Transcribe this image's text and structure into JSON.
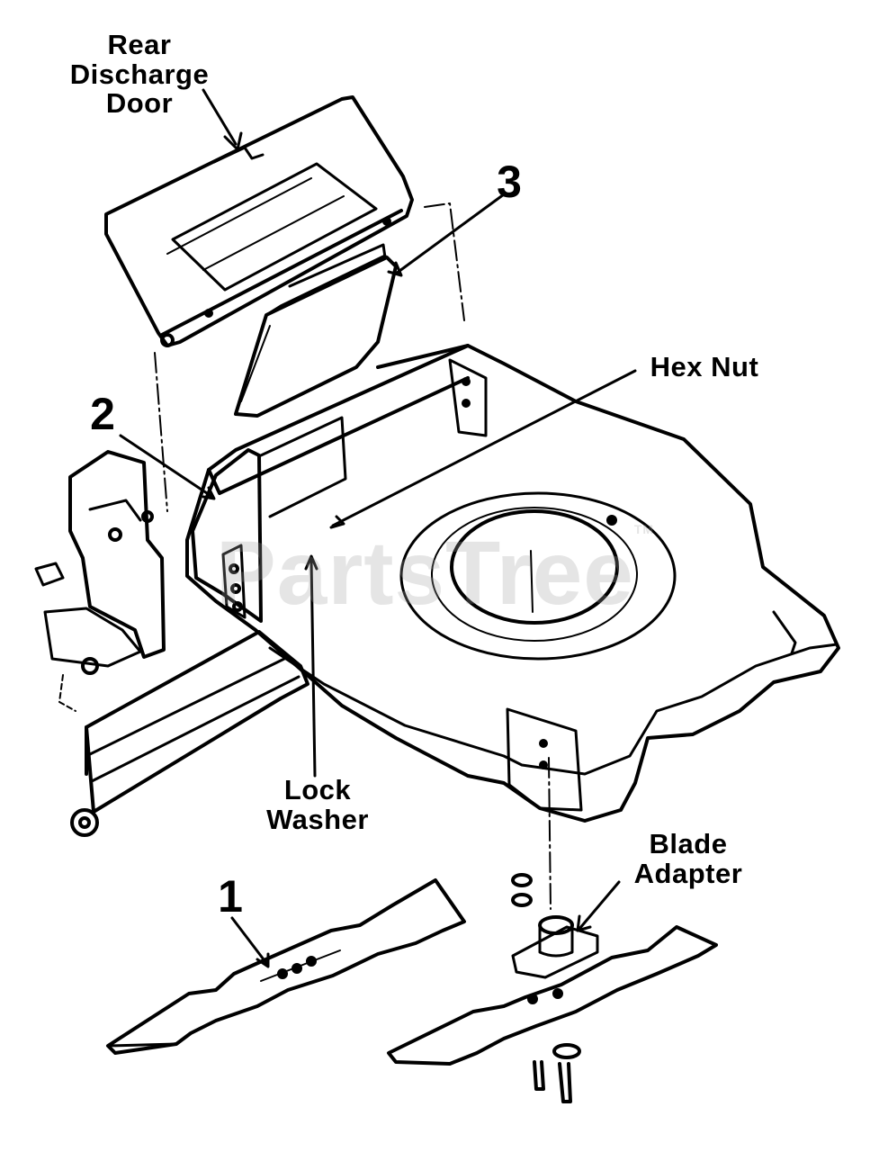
{
  "labels": {
    "rear_discharge_door": "Rear\nDischarge\nDoor",
    "hex_nut": "Hex Nut",
    "lock_washer": "Lock\nWasher",
    "blade_adapter": "Blade\nAdapter"
  },
  "callouts": {
    "one": "1",
    "two": "2",
    "three": "3"
  },
  "watermark": {
    "text": "PartsTree",
    "tm": "TM"
  },
  "colors": {
    "ink": "#000000",
    "paper": "#ffffff"
  }
}
